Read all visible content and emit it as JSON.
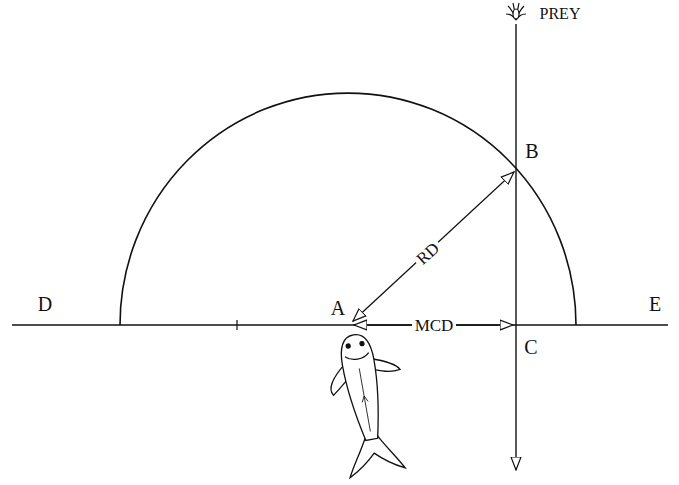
{
  "diagram": {
    "labels": [
      "PREY",
      "B",
      "RD",
      "D",
      "A",
      "MCD",
      "C",
      "E"
    ]
  }
}
